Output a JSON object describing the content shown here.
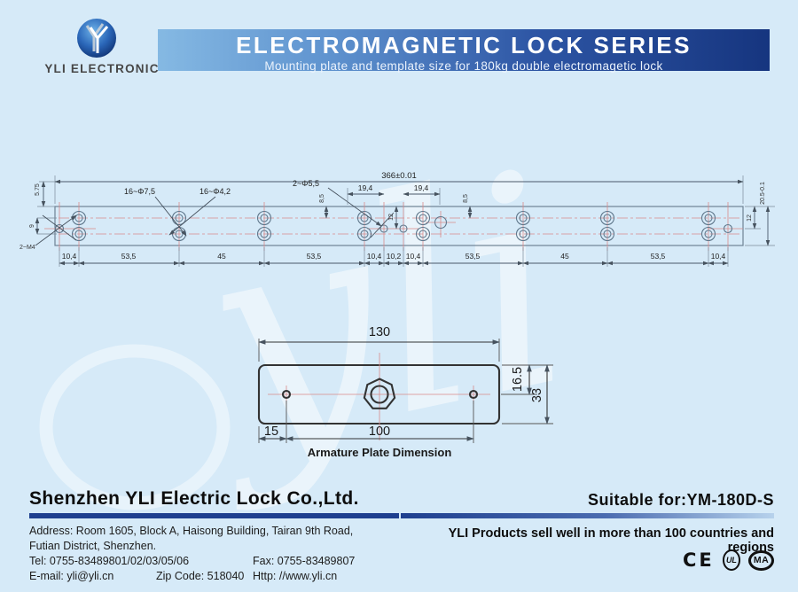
{
  "logo": {
    "brand": "YLI ELECTRONIC",
    "monogram": "Y"
  },
  "header": {
    "title": "ELECTROMAGNETIC LOCK SERIES",
    "subtitle": "Mounting plate and template size for 180kg double electromagetic lock"
  },
  "watermark": "yli",
  "drawing": {
    "total_width": "366±0.01",
    "left_offset": "5.75",
    "left_row_gap": "9",
    "label_m4": "2~M4",
    "label_holes_outer": "16~Φ7,5",
    "label_holes_inner": "16~Φ4,2",
    "label_holes_55": "2~Φ5,5",
    "dim_19_4_left": "19,4",
    "dim_19_4_right": "19,4",
    "dim_12_center": "12",
    "dim_12_right": "12",
    "dim_8_5_left": "8,5",
    "dim_8_5_right": "8,5",
    "plate_height": "20.5-0.1",
    "bottom_chain": [
      "10,4",
      "53,5",
      "45",
      "53,5",
      "10,4",
      "10,2",
      "10,4",
      "53,5",
      "45",
      "53,5",
      "10,4"
    ]
  },
  "armature": {
    "width": "130",
    "hole_offset": "15",
    "hole_spacing": "100",
    "half_height": "16.5",
    "height": "33",
    "caption": "Armature Plate Dimension"
  },
  "footer": {
    "company": "Shenzhen YLI Electric Lock Co.,Ltd.",
    "suitable": "Suitable for:YM-180D-S",
    "address_line1": "Address: Room 1605, Block A, Haisong Building, Tairan 9th Road,",
    "address_line2": "Futian District, Shenzhen.",
    "tel": "Tel: 0755-83489801/02/03/05/06",
    "fax": "Fax: 0755-83489807",
    "email": "E-mail: yli@yli.cn",
    "zip": "Zip Code: 518040",
    "http": "Http: //www.yli.cn",
    "slogan": "YLI Products sell well in more than 100 countries and regions",
    "cert_ce": "CE",
    "cert_ul": "UL",
    "cert_ma": "MA"
  },
  "colors": {
    "accent_navy": "#1e3f8f",
    "band_light": "#85b9e3",
    "centerline_red": "#d98a8a",
    "page_bg": "#d6eaf8"
  }
}
